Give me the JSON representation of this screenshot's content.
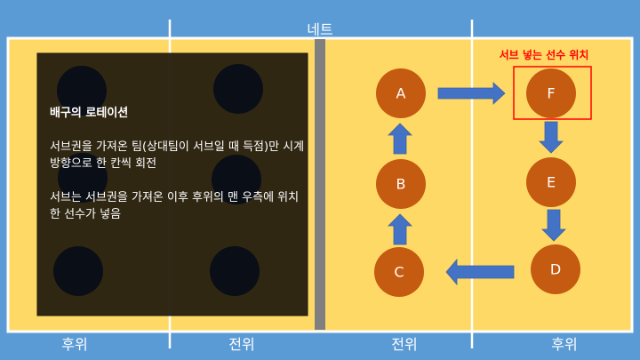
{
  "net_label": "네트",
  "zones": [
    "후위",
    "전위",
    "전위",
    "후위"
  ],
  "note": {
    "title": "배구의 로테이션",
    "line1": "서브권을 가져온 팀(상대팀이 서브일 때 득점)만 시계 방향으로 한 칸씩 회전",
    "line2": "서브는 서브권을 가져온 이후 후위의 맨 우측에 위치한 선수가 넣음"
  },
  "serve_label": "서브 넣는 선수 위치",
  "players": [
    "A",
    "B",
    "C",
    "D",
    "E",
    "F"
  ],
  "colors": {
    "court": "#FFD966",
    "background": "#5B9BD5",
    "player": "#C55A11",
    "arrow": "#4472C4",
    "highlight": "#FF0000"
  }
}
